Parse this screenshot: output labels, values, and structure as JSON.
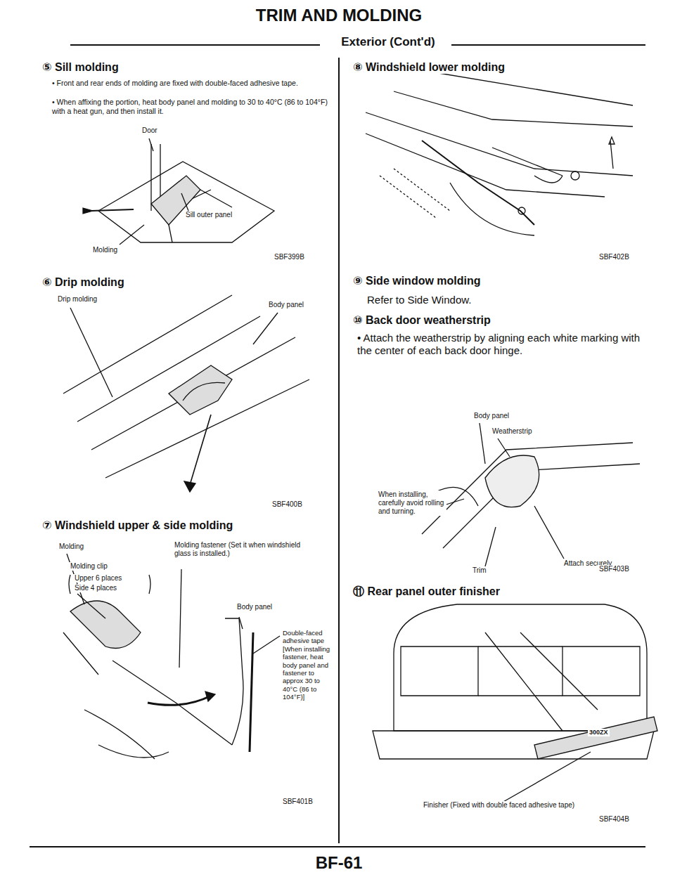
{
  "diagram": {
    "title": "TRIM AND MOLDING",
    "labels": [
      "Exterior (Cont'd)",
      "⑤ Sill molding",
      "• Front and rear ends of molding are fixed with double-faced adhesive tape.",
      "• When affixing the portion, heat body panel and molding to 30 to 40°C (86 to 104°F) with a heat gun, and then install it.",
      "Door",
      "Sill outer panel",
      "Molding",
      "SBF399B",
      "⑥ Drip molding",
      "Drip molding",
      "Body panel",
      "SBF400B",
      "⑦ Windshield upper & side molding",
      "Molding",
      "Molding clip",
      "Upper 6 places",
      "Side 4 places",
      "Molding fastener (Set it when windshield glass is installed.)",
      "Body panel",
      "Double-faced adhesive tape [When installing fastener, heat body panel and fastener to approx 30 to 40°C (86 to 104°F)]",
      "SBF401B",
      "⑧ Windshield lower molding",
      "SBF402B",
      "⑨ Side window molding",
      "Refer to Side Window.",
      "⑩ Back door weatherstrip",
      "• Attach the weatherstrip by aligning each white marking with the center of each back door hinge.",
      "Body panel",
      "Weatherstrip",
      "When installing, carefully avoid rolling and turning.",
      "Attach securely",
      "Trim",
      "SBF403B",
      "⑪ Rear panel outer finisher",
      "Finisher (Fixed with double faced adhesive tape)",
      "SBF404B",
      "300ZX",
      "BF-61"
    ]
  }
}
